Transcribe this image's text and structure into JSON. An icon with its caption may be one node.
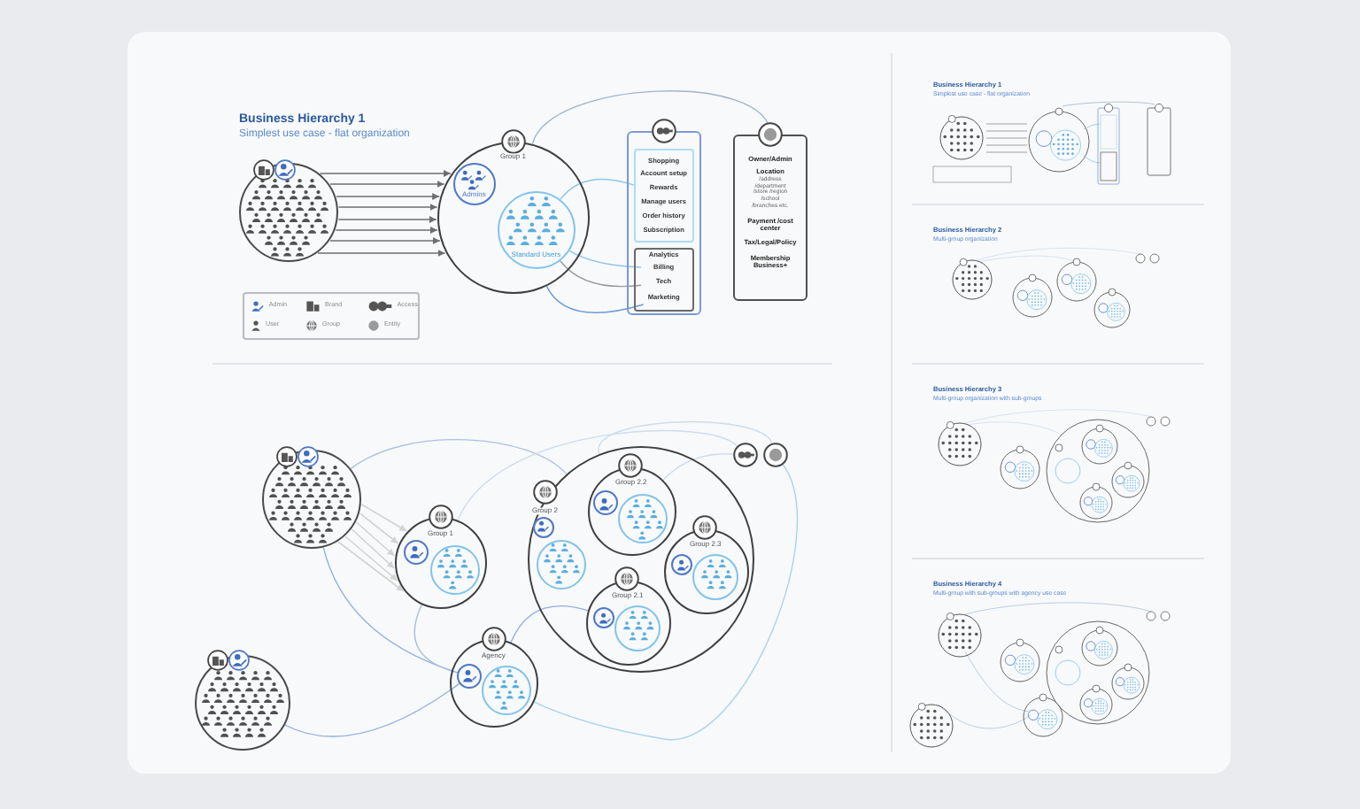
{
  "diagram": {
    "title": "Business Hierarchy 1",
    "nodes": [
      {
        "text": [],
        "shape": "circle"
      },
      {
        "text": [
          "Group 1"
        ]
      },
      {
        "text": [
          "Admins"
        ],
        "in": 1
      },
      {
        "text": [
          "Standard Users"
        ],
        "in": 1
      },
      {
        "text": [],
        "shape": "box"
      },
      {
        "text": [
          "Shopping",
          "Account setup",
          "Rewards",
          "Manage users",
          "Order history",
          "Subscription"
        ],
        "in": 4
      },
      {
        "text": [
          "Analytics"
        ],
        "in": 4
      },
      {
        "text": [
          "Billing"
        ],
        "in": 6
      },
      {
        "text": [
          "Tech"
        ],
        "in": 6
      },
      {
        "text": [
          "Marketing"
        ],
        "in": 6
      },
      {
        "text": [
          "Owner/Admin",
          "Location",
          "/address /department /store /region /school /branches etc.",
          "Payment /cost center",
          "Tax/Legal/Policy",
          "Membership Business+"
        ]
      },
      {
        "text": [],
        "shape": "circle"
      },
      {
        "text": [
          "Group 1"
        ]
      },
      {
        "text": [],
        "shape": "circle",
        "in": 12
      },
      {
        "text": [],
        "shape": "circle",
        "in": 12
      },
      {
        "text": [
          "Group 2"
        ]
      },
      {
        "text": [],
        "shape": "circle",
        "in": 15
      },
      {
        "text": [],
        "shape": "circle",
        "in": 15
      },
      {
        "text": [
          "Group 2.2"
        ],
        "in": 15
      },
      {
        "text": [],
        "shape": "circle",
        "in": 18
      },
      {
        "text": [],
        "shape": "circle",
        "in": 18
      },
      {
        "text": [
          "Group 2.3"
        ],
        "in": 15
      },
      {
        "text": [],
        "shape": "circle",
        "in": 21
      },
      {
        "text": [],
        "shape": "circle",
        "in": 21
      },
      {
        "text": [
          "Group 2.1"
        ],
        "in": 15
      },
      {
        "text": [],
        "shape": "circle",
        "in": 24
      },
      {
        "text": [],
        "shape": "circle",
        "in": 24
      },
      {
        "text": [
          "Agency"
        ]
      },
      {
        "text": [],
        "shape": "circle",
        "in": 27
      },
      {
        "text": [],
        "shape": "circle",
        "in": 27
      },
      {
        "text": [],
        "shape": "circle"
      },
      {
        "text": [],
        "shape": "circle"
      },
      {
        "text": [],
        "shape": "circle"
      }
    ],
    "edges": [
      {
        "from": 0,
        "to": 1,
        "arrow": "to"
      },
      {
        "from": 0,
        "to": 1,
        "arrow": "to"
      },
      {
        "from": 0,
        "to": 1,
        "arrow": "to"
      },
      {
        "from": 0,
        "to": 1,
        "arrow": "to"
      },
      {
        "from": 0,
        "to": 1,
        "arrow": "to"
      },
      {
        "from": 0,
        "to": 1,
        "arrow": "to"
      },
      {
        "from": 0,
        "to": 1,
        "arrow": "to"
      },
      {
        "from": 0,
        "to": 1,
        "arrow": "to"
      },
      {
        "from": 1,
        "to": 10,
        "arrow": "none",
        "color": "#9fb3d1"
      },
      {
        "from": 3,
        "to": 5,
        "arrow": "none",
        "color": "#8ec5ea"
      },
      {
        "from": 3,
        "to": 7,
        "arrow": "none",
        "color": "#8ec5ea"
      },
      {
        "from": 3,
        "to": 8,
        "arrow": "none",
        "color": "#9a9a9a"
      },
      {
        "from": 1,
        "to": 9,
        "arrow": "none",
        "color": "#6f9ad6"
      },
      {
        "from": 11,
        "to": 12,
        "arrow": "to",
        "color": "#d3d3d3"
      },
      {
        "from": 11,
        "to": 12,
        "arrow": "to",
        "color": "#d3d3d3"
      },
      {
        "from": 11,
        "to": 12,
        "arrow": "to",
        "color": "#d3d3d3"
      },
      {
        "from": 11,
        "to": 12,
        "arrow": "to",
        "color": "#d3d3d3"
      },
      {
        "from": 11,
        "to": 12,
        "arrow": "to",
        "color": "#d3d3d3"
      },
      {
        "from": 11,
        "to": 12,
        "arrow": "to",
        "color": "#d3d3d3"
      },
      {
        "from": 11,
        "to": 15,
        "arrow": "none",
        "color": "#a9c2e6"
      },
      {
        "from": 11,
        "to": 28,
        "arrow": "none",
        "color": "#8fb0e0"
      },
      {
        "from": 30,
        "to": 28,
        "arrow": "none",
        "color": "#8fb0e0"
      },
      {
        "from": 12,
        "to": 31,
        "arrow": "none",
        "color": "#cfdcef"
      },
      {
        "from": 15,
        "to": 32,
        "arrow": "none",
        "color": "#cfdcef"
      },
      {
        "from": 27,
        "to": 32,
        "arrow": "none",
        "color": "#a8d2f0"
      },
      {
        "from": 12,
        "to": 27,
        "arrow": "none",
        "color": "#a9bcd9"
      },
      {
        "from": 27,
        "to": 24,
        "arrow": "none",
        "color": "#8fb0e0"
      },
      {
        "from": 18,
        "to": 31,
        "arrow": "none",
        "color": "#cfdcef"
      }
    ],
    "labels": [
      "Simplest use case - flat organization",
      "Business Hierarchy 1",
      "Simplest use case - flat organization",
      "Business Hierarchy 2",
      "Multi-group organization",
      "Business Hierarchy 3",
      "Multi-group organization with sub-groups",
      "Business Hierarchy 4",
      "Multi-group with sub-groups with agency use case"
    ],
    "legend": [
      {
        "text": "Admin"
      },
      {
        "text": "Brand"
      },
      {
        "text": "Access"
      },
      {
        "text": "User"
      },
      {
        "text": "Group"
      },
      {
        "text": "Entity"
      }
    ]
  }
}
